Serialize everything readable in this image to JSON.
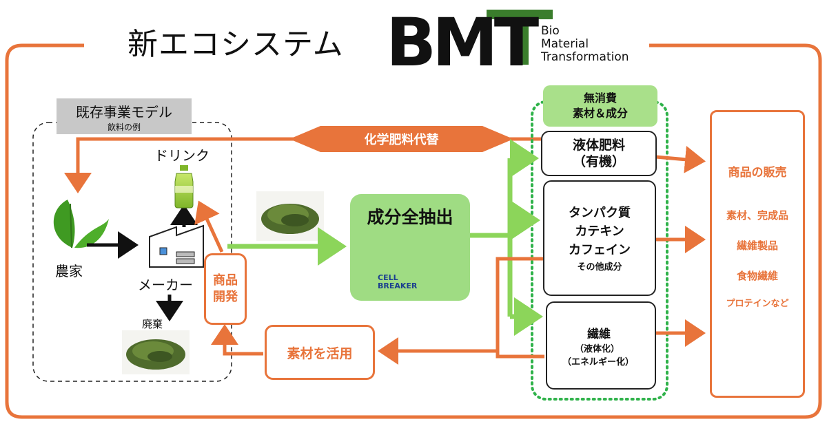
{
  "header": {
    "title": "新エコシステム",
    "logo_main": "BMT",
    "logo_sub": [
      "Bio",
      "Material",
      "Transformation"
    ]
  },
  "existing_model": {
    "title": "既存事業モデル",
    "subtitle": "飲料の例"
  },
  "labels": {
    "farmer": "農家",
    "maker": "メーカー",
    "drink": "ドリンク",
    "waste": "廃棄",
    "chem_fertilizer_alt": "化学肥料代替",
    "product_dev": "商品\n開発",
    "use_materials": "素材を活用"
  },
  "extraction": {
    "title": "成分全抽出",
    "brand_line1": "CELL",
    "brand_line2": "BREAKER"
  },
  "no_consumption": {
    "title": "無消費\n素材＆成分"
  },
  "components": {
    "liquid_fertilizer": "液体肥料\n（有機）",
    "protein_list": [
      "タンパク質",
      "カテキン",
      "カフェイン"
    ],
    "protein_other": "その他成分",
    "fiber_title": "繊維",
    "fiber_sub1": "（液体化）",
    "fiber_sub2": "（エネルギー化）"
  },
  "sales": {
    "title": "商品の販売",
    "items": [
      "素材、完成品",
      "繊維製品",
      "食物繊維",
      "プロテインなど"
    ]
  },
  "colors": {
    "orange": "#e8743b",
    "green": "#8cd55a",
    "green_dotted": "#2fb24a",
    "black": "#111111"
  }
}
